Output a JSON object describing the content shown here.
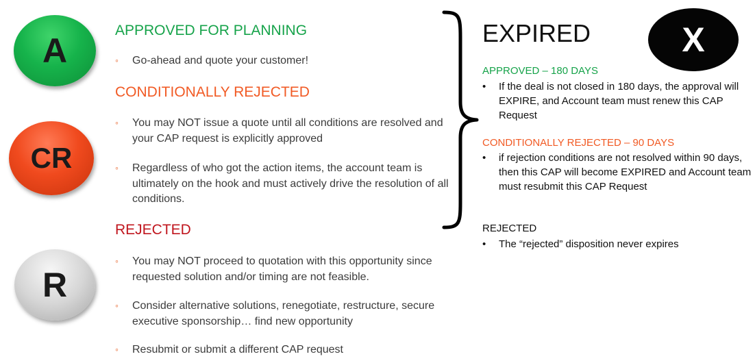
{
  "badges": {
    "a": "A",
    "cr": "CR",
    "r": "R",
    "x": "X"
  },
  "colors": {
    "approved": "#16a34a",
    "conditional": "#f15a24",
    "rejected": "#c0161e",
    "bullet_marker": "#e8632a"
  },
  "left": {
    "approved": {
      "heading": "APPROVED FOR PLANNING",
      "bullets": [
        "Go-ahead and quote your customer!"
      ]
    },
    "conditional": {
      "heading": "CONDITIONALLY REJECTED",
      "bullets": [
        "You may NOT issue a quote until all conditions are resolved and your CAP request is explicitly approved",
        "Regardless of who got the action items, the account team is ultimately on the hook and must actively drive the resolution of all conditions."
      ]
    },
    "rejected": {
      "heading": "REJECTED",
      "bullets": [
        "You may NOT proceed to quotation with this opportunity since requested solution and/or timing are not feasible.",
        "Consider alternative solutions, renegotiate, restructure, secure executive sponsorship… find new opportunity",
        "Resubmit or submit a different CAP request"
      ]
    }
  },
  "right": {
    "title": "EXPIRED",
    "approved": {
      "heading": "APPROVED – 180 DAYS",
      "bullet": "If the deal is not closed in 180 days, the approval will EXPIRE, and Account team must renew this CAP Request"
    },
    "conditional": {
      "heading": "CONDITIONALLY REJECTED – 90 DAYS",
      "bullet": "if rejection conditions are not resolved within 90 days, then this CAP will become EXPIRED and Account team must resubmit this CAP Request"
    },
    "rejected": {
      "heading": "REJECTED",
      "bullet": "The “rejected” disposition never expires"
    },
    "bullet_char": "•"
  },
  "marker": "◦"
}
